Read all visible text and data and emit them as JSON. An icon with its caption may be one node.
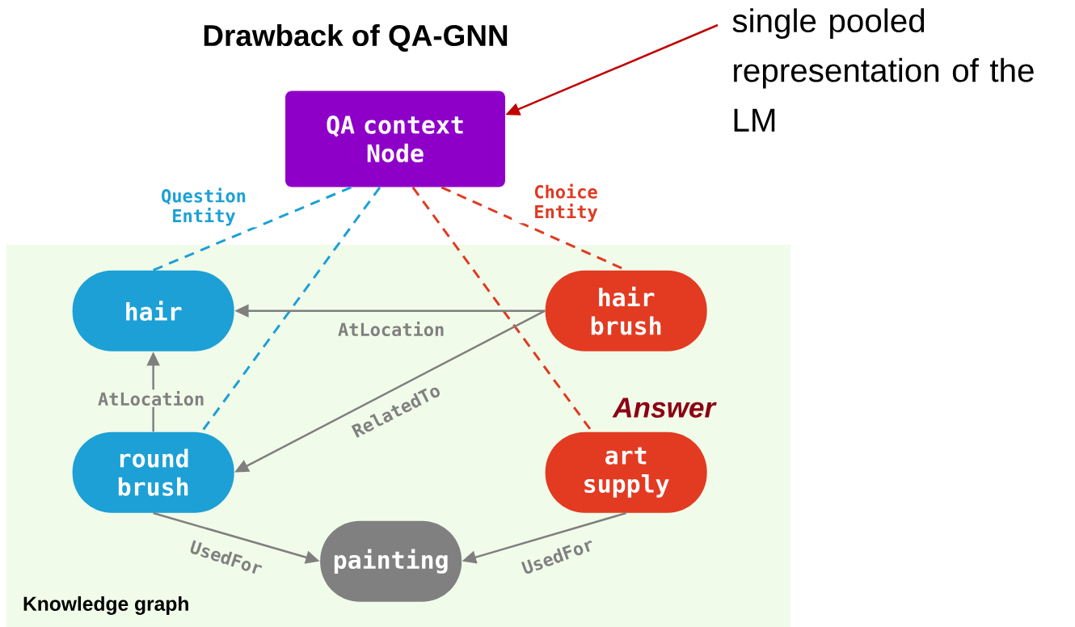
{
  "diagram": {
    "title": "Drawback of QA-GNN",
    "nodes": [
      {
        "text": [
          "single pooled representation of the LM"
        ]
      },
      {
        "text": [
          "QA context Node"
        ]
      },
      {
        "text": [
          "Knowledge graph"
        ]
      },
      {
        "text": [
          "hair"
        ],
        "in": 2
      },
      {
        "text": [
          "hair brush"
        ],
        "in": 2
      },
      {
        "text": [
          "round brush"
        ],
        "in": 2
      },
      {
        "text": [
          "art supply"
        ],
        "in": 2,
        "beside": [
          "Answer"
        ]
      },
      {
        "text": [
          "painting"
        ],
        "in": 2
      }
    ],
    "edges": [
      {
        "from": 0,
        "to": 1,
        "arrow": "to",
        "color": "#c00000"
      },
      {
        "from": 1,
        "to": 3,
        "arrow": "none",
        "style": "dashed",
        "color": "#1ca0d6",
        "label": "Question Entity"
      },
      {
        "from": 1,
        "to": 5,
        "arrow": "none",
        "style": "dashed",
        "color": "#1ca0d6"
      },
      {
        "from": 1,
        "to": 4,
        "arrow": "none",
        "style": "dashed",
        "color": "#e03a22",
        "label": "Choice Entity"
      },
      {
        "from": 1,
        "to": 6,
        "arrow": "none",
        "style": "dashed",
        "color": "#e03a22"
      },
      {
        "from": 4,
        "to": 3,
        "arrow": "to",
        "label": "AtLocation"
      },
      {
        "from": 5,
        "to": 3,
        "arrow": "to",
        "label": "AtLocation"
      },
      {
        "from": 4,
        "to": 5,
        "arrow": "to",
        "label": "RelatedTo"
      },
      {
        "from": 5,
        "to": 7,
        "arrow": "to",
        "label": "UsedFor"
      },
      {
        "from": 6,
        "to": 7,
        "arrow": "to",
        "label": "UsedFor"
      }
    ]
  }
}
